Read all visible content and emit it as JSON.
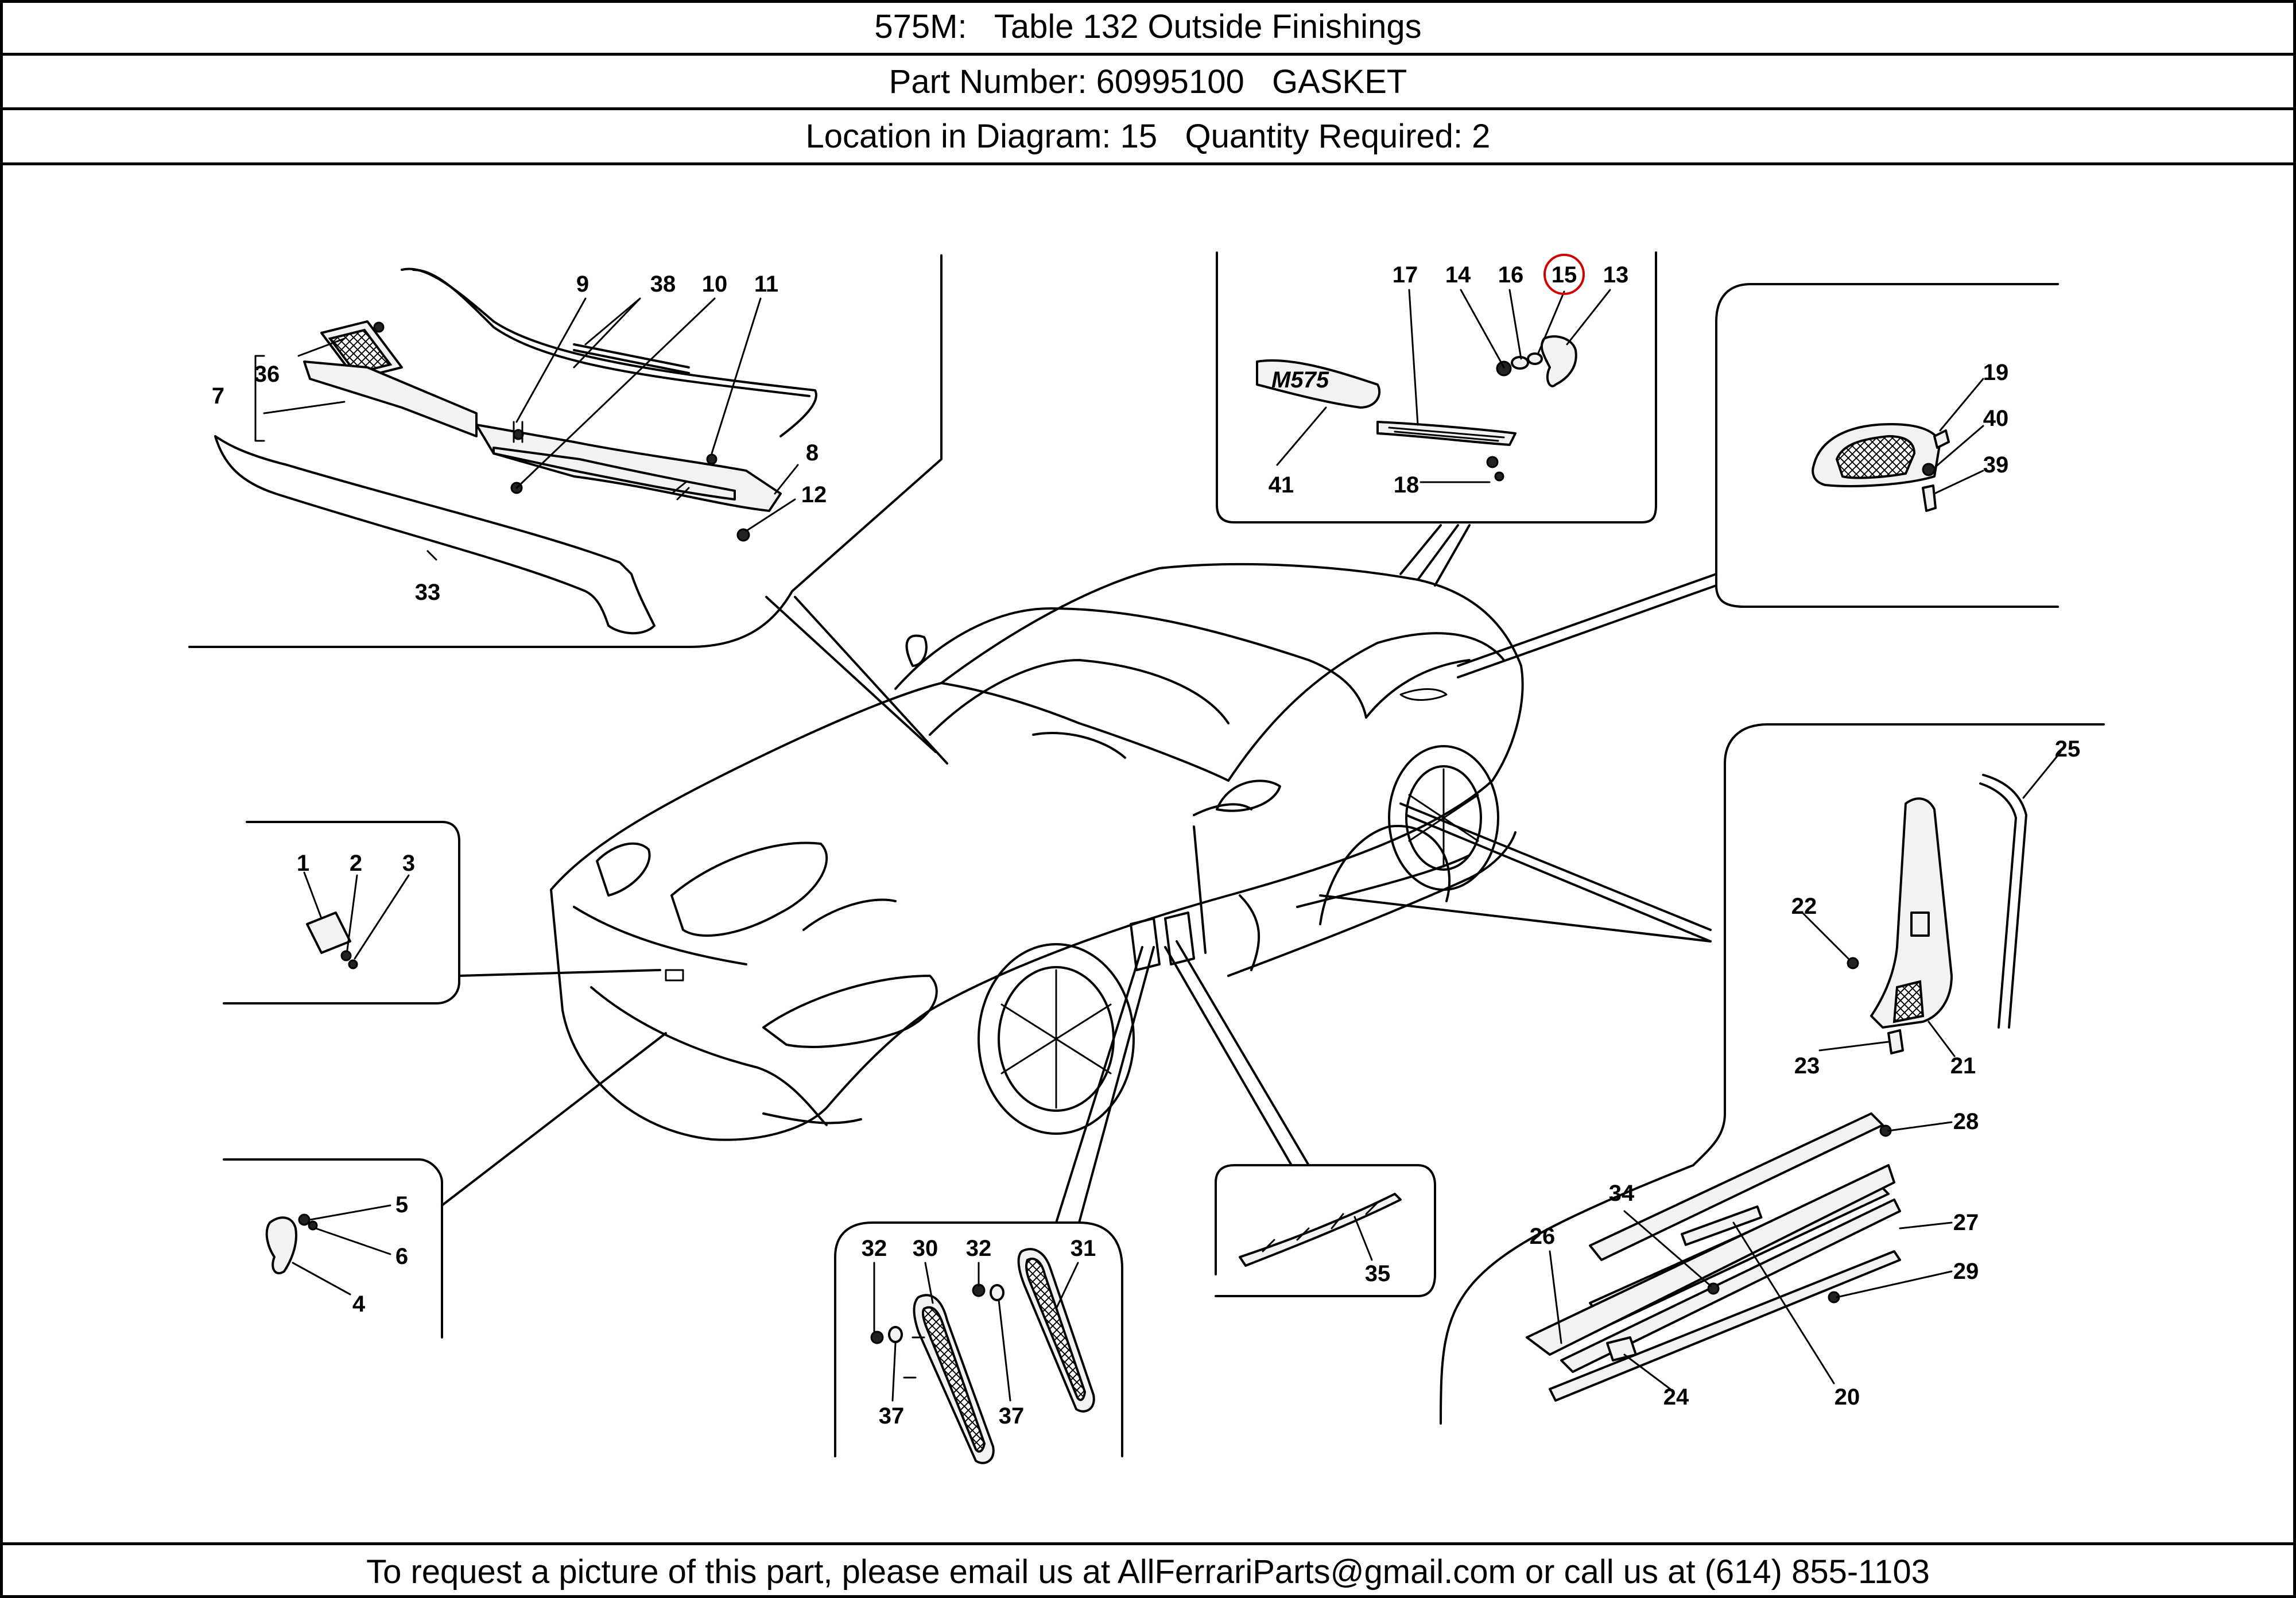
{
  "header": {
    "title": "575M:   Table 132 Outside Finishings",
    "part_line": "Part Number: 60995100   GASKET",
    "location_line": "Location in Diagram: 15   Quantity Required: 2"
  },
  "diagram": {
    "highlight_color": "#d00000",
    "highlighted_callout": "15",
    "callouts": {
      "c1": "1",
      "c2": "2",
      "c3": "3",
      "c4": "4",
      "c5": "5",
      "c6": "6",
      "c7": "7",
      "c8": "8",
      "c9": "9",
      "c10": "10",
      "c11": "11",
      "c12": "12",
      "c13": "13",
      "c14": "14",
      "c15": "15",
      "c16": "16",
      "c17": "17",
      "c18": "18",
      "c19": "19",
      "c20": "20",
      "c21": "21",
      "c22": "22",
      "c23": "23",
      "c24": "24",
      "c25": "25",
      "c26": "26",
      "c27": "27",
      "c28": "28",
      "c29": "29",
      "c30": "30",
      "c31": "31",
      "c32a": "32",
      "c32b": "32",
      "c33": "33",
      "c34": "34",
      "c35": "35",
      "c36": "36",
      "c37a": "37",
      "c37b": "37",
      "c38": "38",
      "c39": "39",
      "c40": "40",
      "c41": "41"
    },
    "badge_text": "M575"
  },
  "footer": {
    "text": "To request a picture of this part, please email us at AllFerrariParts@gmail.com or call us at (614) 855-1103"
  }
}
